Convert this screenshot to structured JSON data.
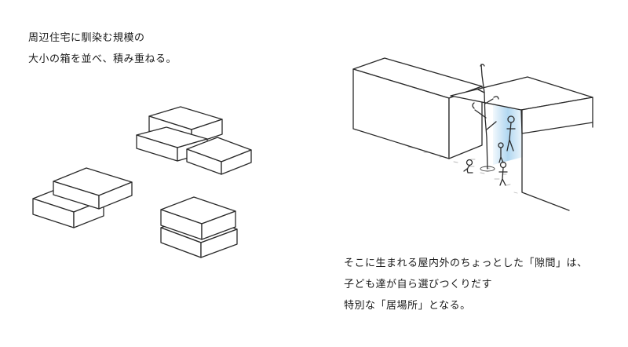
{
  "intro": {
    "line1": "周辺住宅に馴染む規模の",
    "line2": "大小の箱を並べ、積み重ねる。"
  },
  "caption": {
    "line1": "そこに生まれる屋内外のちょっとした「隙間」は、",
    "line2": "子ども達が自ら選びつくりだす",
    "line3": "特別な「居場所」となる。"
  },
  "colors": {
    "ink": "#2a2a2a",
    "gap_light": "#a9d3ef"
  }
}
